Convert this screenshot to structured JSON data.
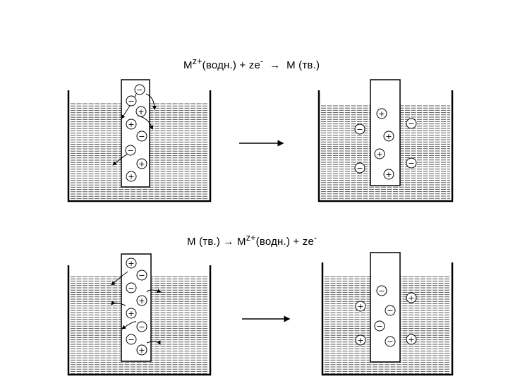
{
  "equations": {
    "top": {
      "left": "M",
      "left_sup": "z+",
      "mid": "(водн.) + ze",
      "mid_sup": "-",
      "arrow": "→",
      "right": "M (тв.)"
    },
    "bottom": {
      "left": "M (тв.) → M",
      "left_sup": "z+",
      "mid": "(водн.) + ze",
      "mid_sup": "-"
    }
  },
  "symbols": {
    "plus": "+",
    "minus": "−"
  },
  "colors": {
    "ink": "#000000",
    "liquid_line": "#555555",
    "background": "#ffffff"
  }
}
